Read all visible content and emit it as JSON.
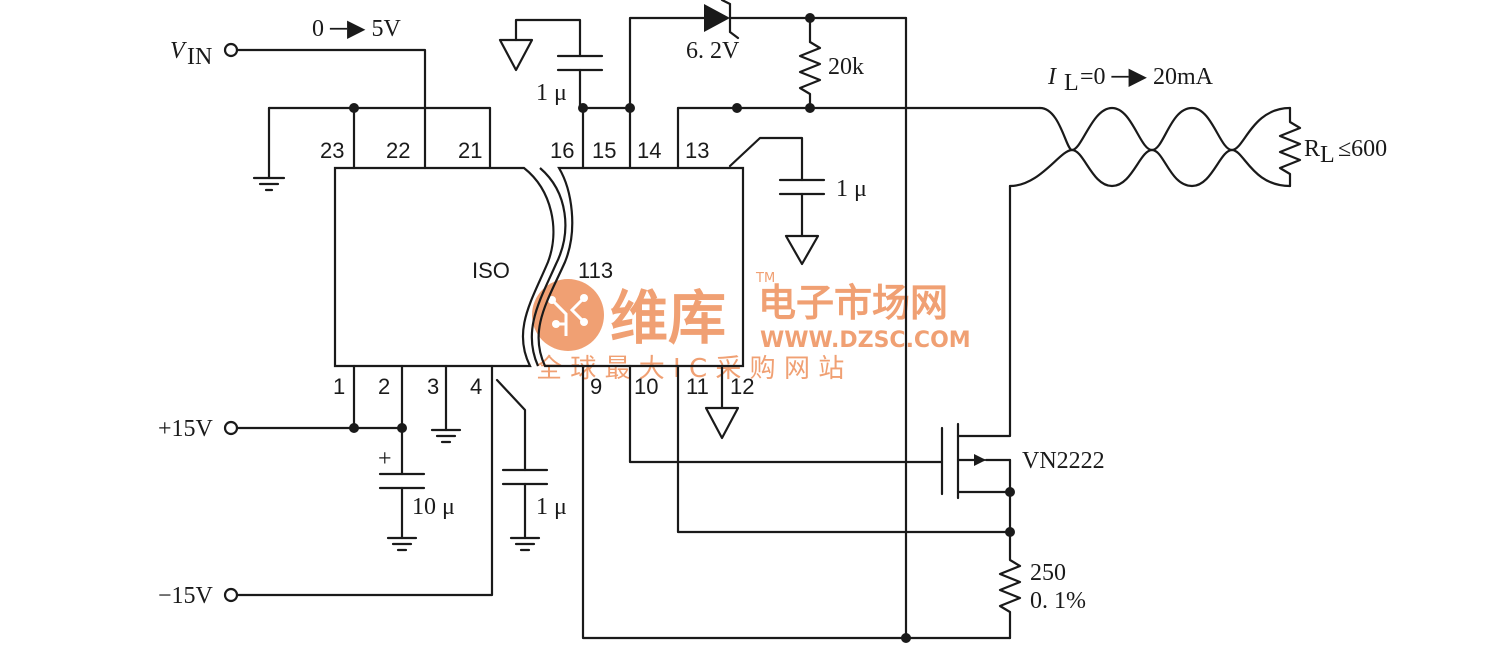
{
  "inputs": {
    "vin": "V",
    "vin_sub": "IN",
    "vin_range": "0 ─▶ 5V",
    "pos_supply": "+15V",
    "neg_supply": "−15V"
  },
  "chip": {
    "left_label": "ISO",
    "right_label": "113",
    "pins": {
      "p1": "1",
      "p2": "2",
      "p3": "3",
      "p4": "4",
      "p9": "9",
      "p10": "10",
      "p11": "11",
      "p12": "12",
      "p13": "13",
      "p14": "14",
      "p15": "15",
      "p16": "16",
      "p21": "21",
      "p22": "22",
      "p23": "23"
    }
  },
  "components": {
    "cap_top": "1 μ",
    "zener": "6. 2V",
    "res_top": "20k",
    "cap_right": "1 μ",
    "cap_10u": "10 μ",
    "cap_plus": "+",
    "cap_pin4": "1 μ",
    "mosfet": "VN2222",
    "res_sense_value": "250",
    "res_sense_tol": "0. 1%"
  },
  "output": {
    "current_symbol": "I",
    "current_sub": "L",
    "current_range": "=0 ─▶ 20mA",
    "load_symbol": "R",
    "load_sub": "L",
    "load_value": "≤600"
  },
  "watermark": {
    "brand": "维库",
    "market": "电子市场网",
    "url": "WWW.DZSC.COM",
    "slogan": "全 球 最 大 I C 采 购 网 站",
    "tm": "TM",
    "color": "#f0a073"
  }
}
